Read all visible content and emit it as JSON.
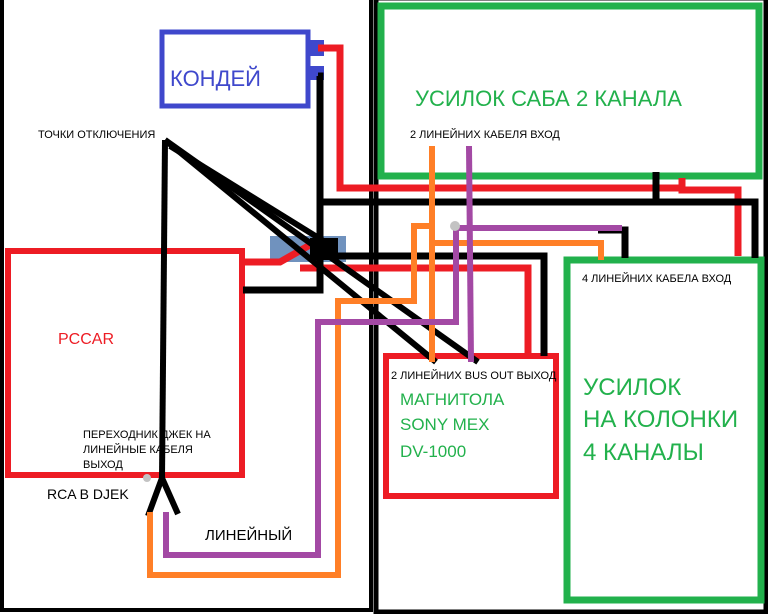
{
  "colors": {
    "red": "#ed1c24",
    "black": "#000000",
    "blue": "#3f48cc",
    "green": "#22b14c",
    "orange": "#ff7f27",
    "purple": "#a349a4"
  },
  "blocks": {
    "condenser": "КОНДЕЙ",
    "sub_amp": "УСИЛОК САБА 2 КАНАЛА",
    "pccar": "PCCAR",
    "head_unit": [
      "МАГНИТОЛА",
      "SONY MEX",
      "DV-1000"
    ],
    "speaker_amp": [
      "УСИЛОК",
      "НА КОЛОНКИ",
      "4 КАНАЛЫ"
    ]
  },
  "labels": {
    "disconnect_points": "ТОЧКИ ОТКЛЮЧЕНИЯ",
    "sub_amp_input": "2 ЛИНЕЙНИХ КАБЕЛЯ ВХОД",
    "speaker_amp_input": "4  ЛИНЕЙНИХ КАБЕЛА ВХОД",
    "bus_out": "2 ЛИНЕЙНИХ BUS OUT ВЫХОД",
    "adapter": [
      "ПЕРЕХОДНИК ДЖЕК НА",
      "ЛИНЕЙНЫЕ КАБЕЛЯ",
      "ВЫХОД"
    ],
    "rca": "RCA В DJEK",
    "line": "ЛИНЕЙНЫЙ"
  }
}
